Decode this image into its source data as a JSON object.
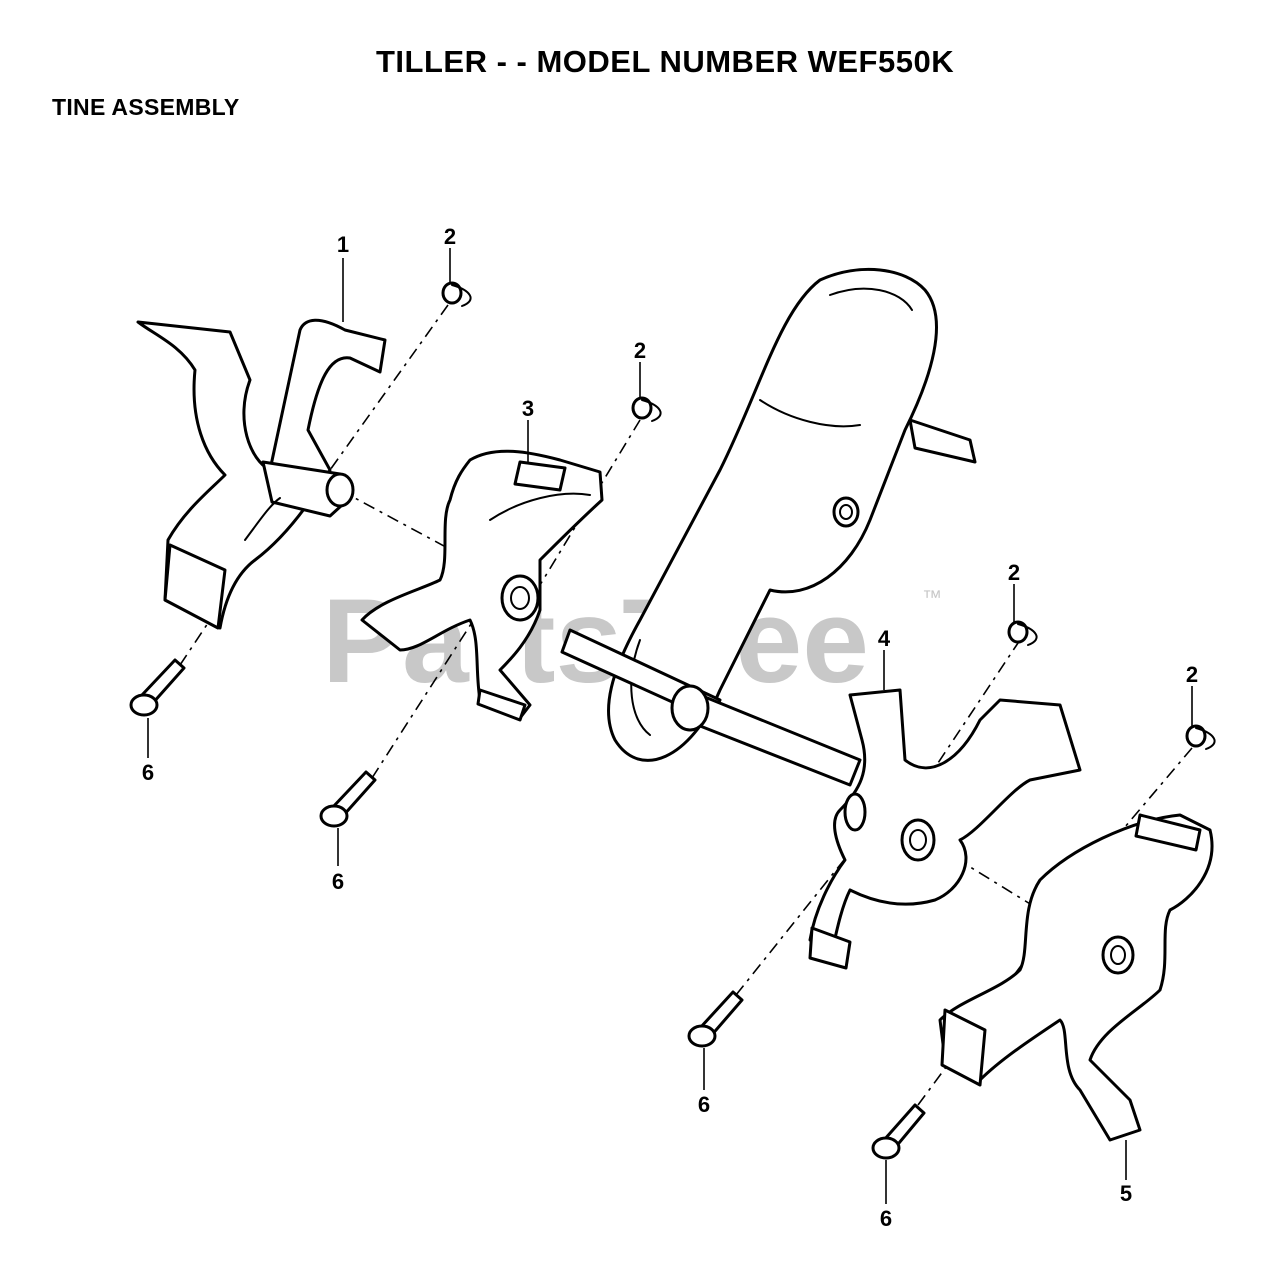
{
  "header": {
    "title": "TILLER - - MODEL NUMBER WEF550K",
    "subtitle": "TINE ASSEMBLY"
  },
  "watermark": {
    "text": "PartsTree",
    "trademark": "™"
  },
  "callouts": {
    "c1": "1",
    "c2a": "2",
    "c2b": "2",
    "c2c": "2",
    "c2d": "2",
    "c3": "3",
    "c4": "4",
    "c5": "5",
    "c6a": "6",
    "c6b": "6",
    "c6c": "6",
    "c6d": "6"
  }
}
